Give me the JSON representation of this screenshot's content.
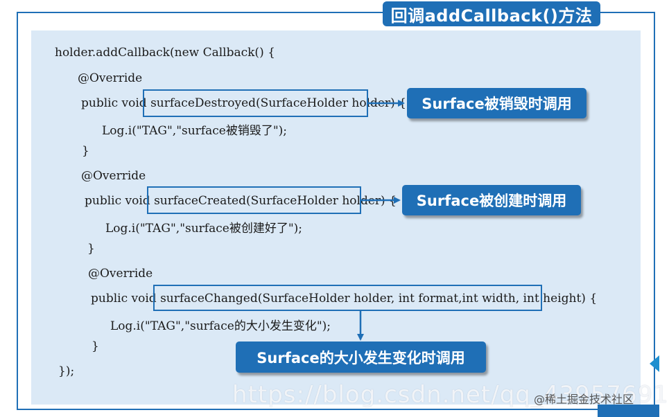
{
  "title": "回调addCallback()方法",
  "code": {
    "line1": "holder.addCallback(new Callback() {",
    "override1": "@Override",
    "destroyed_prefix": "public void ",
    "destroyed_sig": "surfaceDestroyed(SurfaceHolder holder)",
    "destroyed_brace": " {",
    "destroyed_log": "Log.i(\"TAG\",\"surface被销毁了\");",
    "close1": "}",
    "override2": "@Override",
    "created_prefix": "public void ",
    "created_sig": "surfaceCreated(SurfaceHolder holder)",
    "created_brace": " {",
    "created_log": "Log.i(\"TAG\",\"surface被创建好了\");",
    "close2": "}",
    "override3": "@Override",
    "changed_prefix": "public void ",
    "changed_sig": "surfaceChanged(SurfaceHolder holder, int format,int width, int height)",
    "changed_brace": " {",
    "changed_log": "Log.i(\"TAG\",\"surface的大小发生变化\");",
    "close3": "}",
    "close_all": "});"
  },
  "callouts": {
    "destroyed": "Surface被销毁时调用",
    "created": "Surface被创建时调用",
    "changed": "Surface的大小发生变化时调用"
  },
  "watermark": "https://blog.csdn.net/qq_43957691",
  "source_badge": "@稀土掘金技术社区",
  "colors": {
    "accent": "#1f6fb6",
    "code_bg": "#dbe9f6"
  }
}
